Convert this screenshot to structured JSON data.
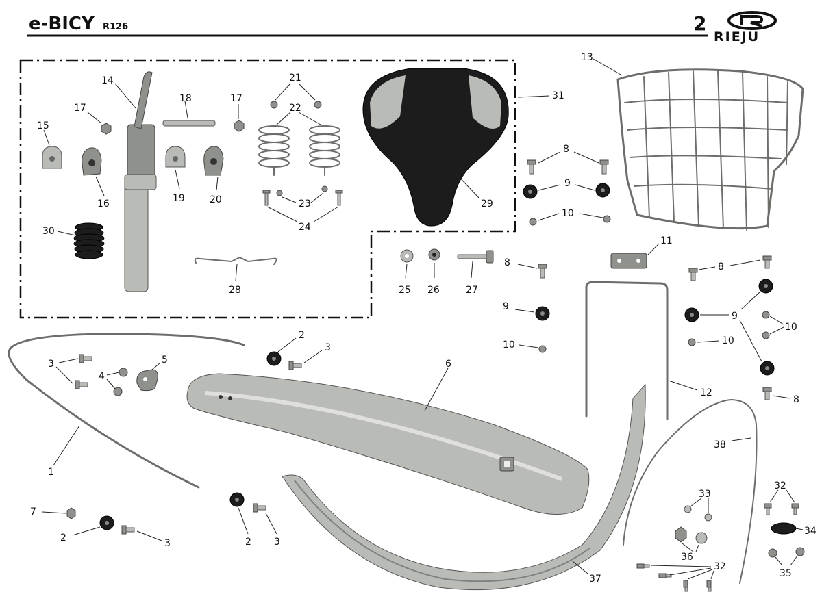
{
  "header": {
    "model": "e-BICY",
    "model_code": "R126",
    "page_number": "2",
    "brand": "RIEJU"
  },
  "callouts": {
    "c1": "1",
    "c2a": "2",
    "c2b": "2",
    "c2c": "2",
    "c3a": "3",
    "c3b": "3",
    "c3c": "3",
    "c3d": "3",
    "c4": "4",
    "c5": "5",
    "c6": "6",
    "c7": "7",
    "c8a": "8",
    "c8b": "8",
    "c8c": "8",
    "c8d": "8",
    "c9a": "9",
    "c9b": "9",
    "c9c": "9",
    "c10a": "10",
    "c10b": "10",
    "c10c": "10",
    "c10d": "10",
    "c11": "11",
    "c12": "12",
    "c13": "13",
    "c14": "14",
    "c15": "15",
    "c16": "16",
    "c17a": "17",
    "c17b": "17",
    "c18": "18",
    "c19": "19",
    "c20": "20",
    "c21": "21",
    "c22": "22",
    "c23": "23",
    "c24": "24",
    "c25": "25",
    "c26": "26",
    "c27": "27",
    "c28": "28",
    "c29": "29",
    "c30": "30",
    "c31": "31",
    "c32a": "32",
    "c32b": "32",
    "c33": "33",
    "c34": "34",
    "c35": "35",
    "c36": "36",
    "c37": "37",
    "c38": "38"
  },
  "colors": {
    "ink": "#111111",
    "metal": "#b9bbb7",
    "saddle": "#1c1c1c"
  }
}
